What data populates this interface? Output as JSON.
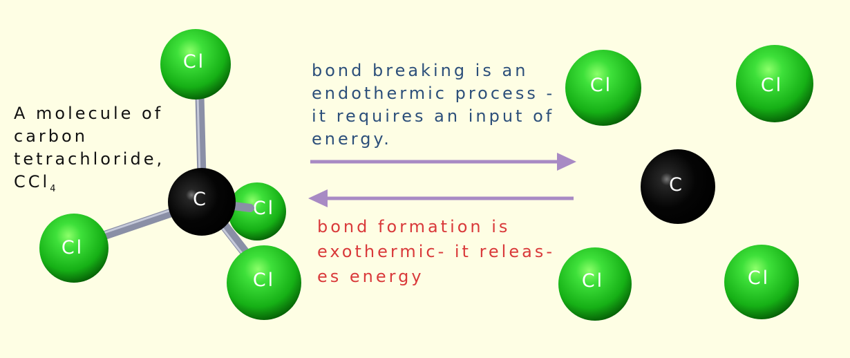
{
  "caption": {
    "line1": "A molecule of",
    "line2": "carbon",
    "line3": "tetrachloride,",
    "formula_main": "CCl",
    "formula_sub": "4"
  },
  "endothermic": {
    "line1": "bond breaking is an",
    "line2": "endothermic process -",
    "line3": "it requires an input of",
    "line4": "energy."
  },
  "exothermic": {
    "line1": "bond formation is",
    "line2": "exothermic- it releas-",
    "line3": "es energy"
  },
  "atoms": {
    "chlorine_label": "Cl",
    "carbon_label": "C"
  },
  "colors": {
    "background": "#fefee4",
    "chlorine": "#1fc41f",
    "carbon": "#000000",
    "bond": "#8a8fa6",
    "arrow": "#a88ac4",
    "endothermic_text": "#2c4f7a",
    "exothermic_text": "#d9393a"
  }
}
